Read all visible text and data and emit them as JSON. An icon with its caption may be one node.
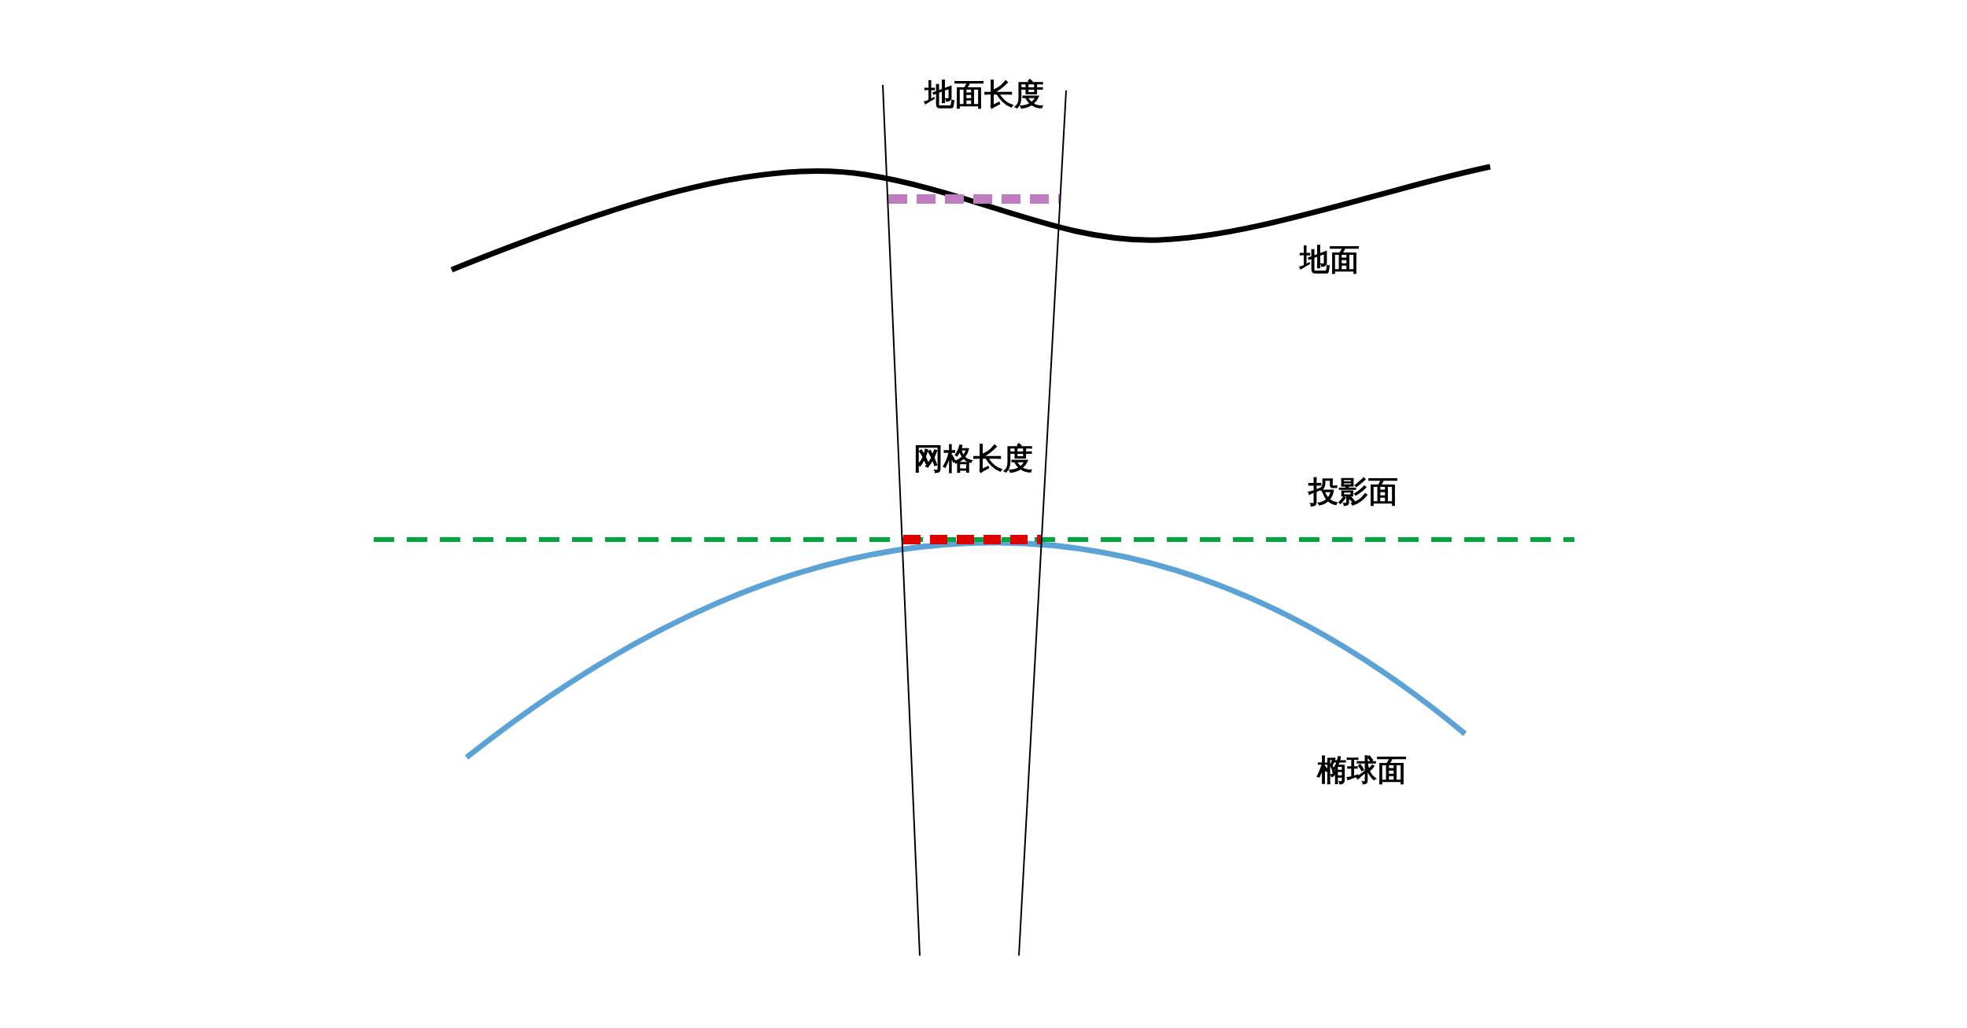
{
  "diagram": {
    "labels": [
      "地面长度",
      "地面",
      "网格长度",
      "投影面",
      "椭球面"
    ]
  }
}
